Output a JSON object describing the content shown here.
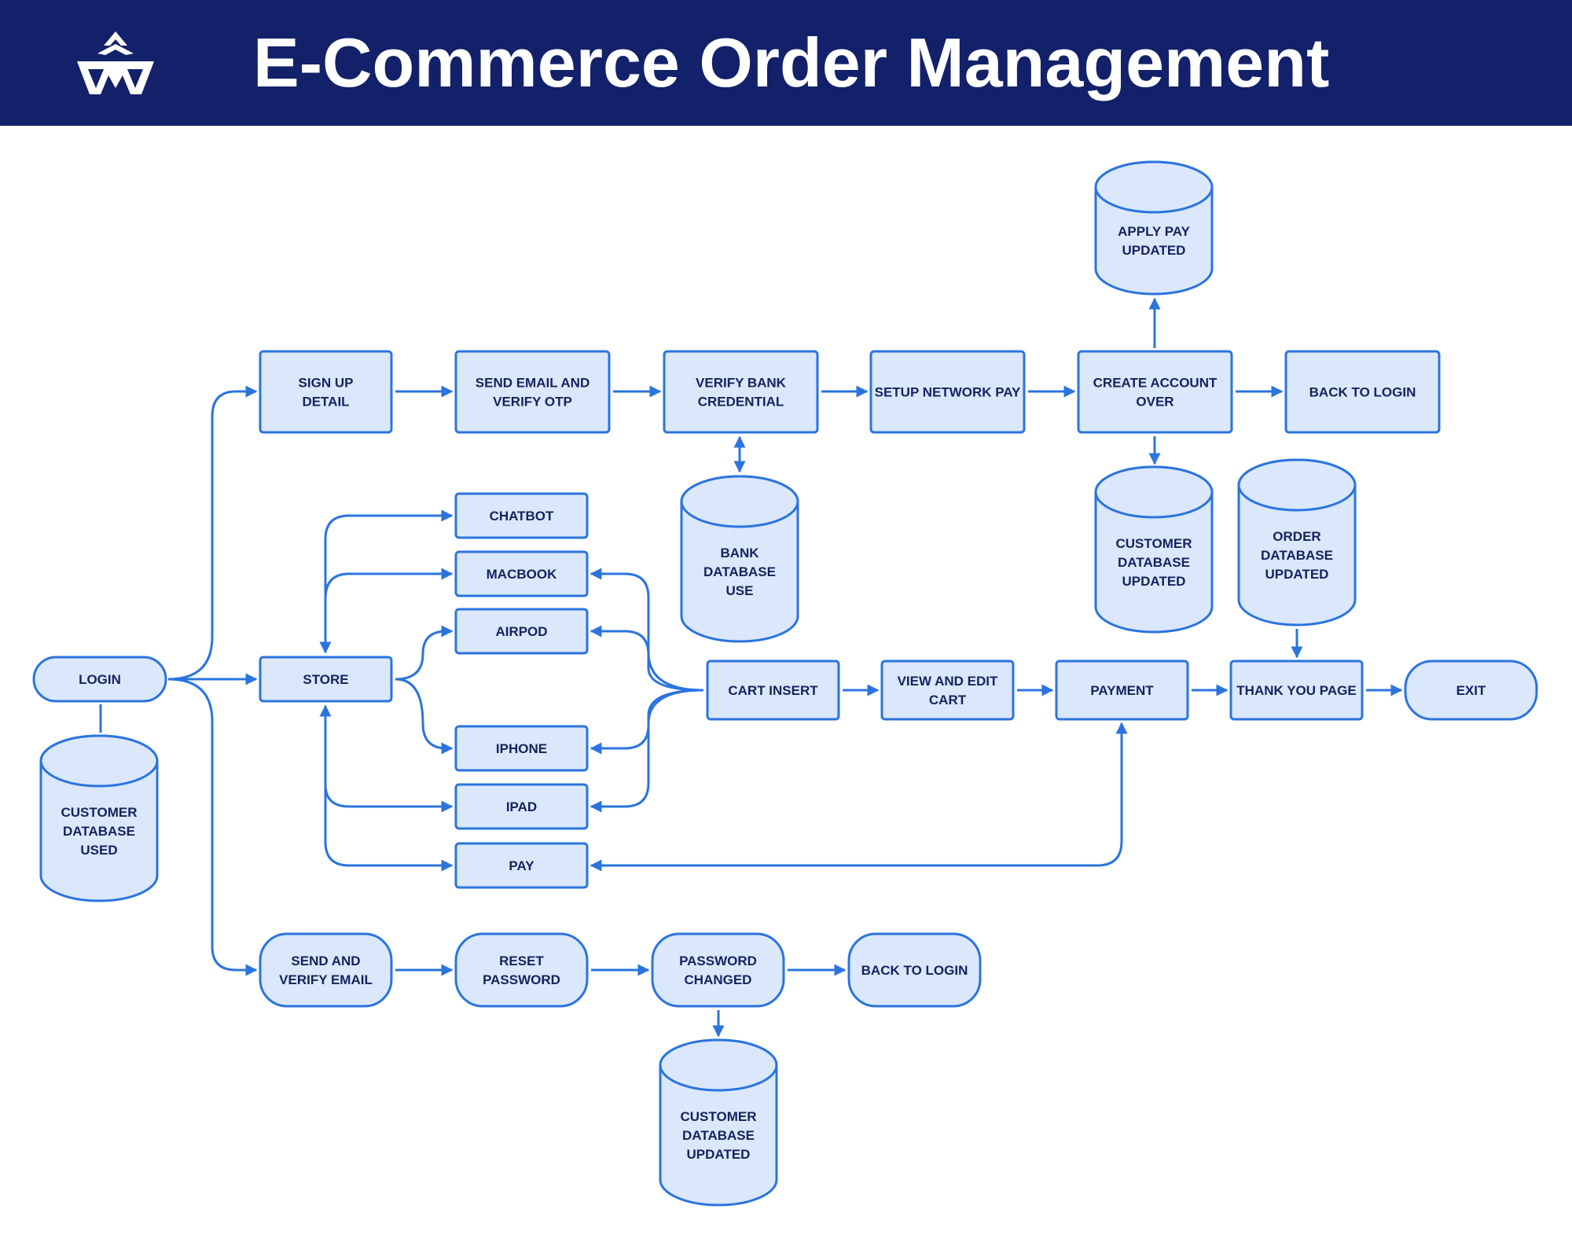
{
  "header": {
    "title": "E-Commerce Order Management",
    "background_color": "#12216a",
    "logo_icon": "crown-w-logo-icon"
  },
  "colors": {
    "node_fill": "#dbe7fb",
    "node_stroke": "#2b74de",
    "edge": "#2b74de",
    "text": "#14235e"
  },
  "nodes": [
    {
      "id": "login",
      "shape": "rounded",
      "lines": [
        "LOGIN"
      ]
    },
    {
      "id": "customer-db-used",
      "shape": "cylinder",
      "lines": [
        "CUSTOMER",
        "DATABASE",
        "USED"
      ]
    },
    {
      "id": "sign-up-detail",
      "shape": "process",
      "lines": [
        "SIGN UP",
        "DETAIL"
      ]
    },
    {
      "id": "send-email-verify-otp",
      "shape": "process",
      "lines": [
        "SEND EMAIL AND",
        "VERIFY OTP"
      ]
    },
    {
      "id": "verify-bank-credential",
      "shape": "process",
      "lines": [
        "VERIFY BANK",
        "CREDENTIAL"
      ]
    },
    {
      "id": "setup-network-pay",
      "shape": "process",
      "lines": [
        "SETUP NETWORK PAY"
      ]
    },
    {
      "id": "create-account-over",
      "shape": "process",
      "lines": [
        "CREATE ACCOUNT",
        "OVER"
      ]
    },
    {
      "id": "back-to-login-top",
      "shape": "process",
      "lines": [
        "BACK TO LOGIN"
      ]
    },
    {
      "id": "apply-pay-updated",
      "shape": "cylinder",
      "lines": [
        "APPLY PAY",
        "UPDATED"
      ]
    },
    {
      "id": "bank-database-use",
      "shape": "cylinder",
      "lines": [
        "BANK",
        "DATABASE",
        "USE"
      ]
    },
    {
      "id": "customer-db-updated-top",
      "shape": "cylinder",
      "lines": [
        "CUSTOMER",
        "DATABASE",
        "UPDATED"
      ]
    },
    {
      "id": "order-db-updated",
      "shape": "cylinder",
      "lines": [
        "ORDER",
        "DATABASE",
        "UPDATED"
      ]
    },
    {
      "id": "store",
      "shape": "process",
      "lines": [
        "STORE"
      ]
    },
    {
      "id": "chatbot",
      "shape": "process",
      "lines": [
        "CHATBOT"
      ]
    },
    {
      "id": "macbook",
      "shape": "process",
      "lines": [
        "MACBOOK"
      ]
    },
    {
      "id": "airpod",
      "shape": "process",
      "lines": [
        "AIRPOD"
      ]
    },
    {
      "id": "iphone",
      "shape": "process",
      "lines": [
        "IPHONE"
      ]
    },
    {
      "id": "ipad",
      "shape": "process",
      "lines": [
        "IPAD"
      ]
    },
    {
      "id": "pay",
      "shape": "process",
      "lines": [
        "PAY"
      ]
    },
    {
      "id": "cart-insert",
      "shape": "process",
      "lines": [
        "CART INSERT"
      ]
    },
    {
      "id": "view-edit-cart",
      "shape": "process",
      "lines": [
        "VIEW AND EDIT",
        "CART"
      ]
    },
    {
      "id": "payment",
      "shape": "process",
      "lines": [
        "PAYMENT"
      ]
    },
    {
      "id": "thank-you-page",
      "shape": "process",
      "lines": [
        "THANK YOU PAGE"
      ]
    },
    {
      "id": "exit",
      "shape": "rounded",
      "lines": [
        "EXIT"
      ]
    },
    {
      "id": "send-verify-email",
      "shape": "rounded",
      "lines": [
        "SEND AND",
        "VERIFY EMAIL"
      ]
    },
    {
      "id": "reset-password",
      "shape": "rounded",
      "lines": [
        "RESET",
        "PASSWORD"
      ]
    },
    {
      "id": "password-changed",
      "shape": "rounded",
      "lines": [
        "PASSWORD",
        "CHANGED"
      ]
    },
    {
      "id": "back-to-login-bottom",
      "shape": "rounded",
      "lines": [
        "BACK TO LOGIN"
      ]
    },
    {
      "id": "customer-db-updated-bottom",
      "shape": "cylinder",
      "lines": [
        "CUSTOMER",
        "DATABASE",
        "UPDATED"
      ]
    }
  ],
  "edges": [
    {
      "from": "login",
      "to": "customer-db-used",
      "arrow": "none"
    },
    {
      "from": "login",
      "to": "sign-up-detail",
      "arrow": "end"
    },
    {
      "from": "login",
      "to": "store",
      "arrow": "end"
    },
    {
      "from": "login",
      "to": "send-verify-email",
      "arrow": "end"
    },
    {
      "from": "sign-up-detail",
      "to": "send-email-verify-otp",
      "arrow": "end"
    },
    {
      "from": "send-email-verify-otp",
      "to": "verify-bank-credential",
      "arrow": "end"
    },
    {
      "from": "verify-bank-credential",
      "to": "setup-network-pay",
      "arrow": "end"
    },
    {
      "from": "setup-network-pay",
      "to": "create-account-over",
      "arrow": "end"
    },
    {
      "from": "create-account-over",
      "to": "back-to-login-top",
      "arrow": "end"
    },
    {
      "from": "create-account-over",
      "to": "apply-pay-updated",
      "arrow": "end"
    },
    {
      "from": "create-account-over",
      "to": "customer-db-updated-top",
      "arrow": "end"
    },
    {
      "from": "verify-bank-credential",
      "to": "bank-database-use",
      "arrow": "both"
    },
    {
      "from": "store",
      "to": "chatbot",
      "arrow": "both"
    },
    {
      "from": "store",
      "to": "macbook",
      "arrow": "end"
    },
    {
      "from": "store",
      "to": "airpod",
      "arrow": "end"
    },
    {
      "from": "store",
      "to": "iphone",
      "arrow": "end"
    },
    {
      "from": "store",
      "to": "ipad",
      "arrow": "both"
    },
    {
      "from": "store",
      "to": "pay",
      "arrow": "end"
    },
    {
      "from": "cart-insert",
      "to": "macbook",
      "arrow": "end"
    },
    {
      "from": "cart-insert",
      "to": "airpod",
      "arrow": "end"
    },
    {
      "from": "cart-insert",
      "to": "iphone",
      "arrow": "end"
    },
    {
      "from": "cart-insert",
      "to": "ipad",
      "arrow": "end"
    },
    {
      "from": "cart-insert",
      "to": "view-edit-cart",
      "arrow": "end"
    },
    {
      "from": "view-edit-cart",
      "to": "payment",
      "arrow": "end"
    },
    {
      "from": "payment",
      "to": "thank-you-page",
      "arrow": "end"
    },
    {
      "from": "thank-you-page",
      "to": "exit",
      "arrow": "end"
    },
    {
      "from": "order-db-updated",
      "to": "thank-you-page",
      "arrow": "end"
    },
    {
      "from": "pay",
      "to": "payment",
      "arrow": "both"
    },
    {
      "from": "send-verify-email",
      "to": "reset-password",
      "arrow": "end"
    },
    {
      "from": "reset-password",
      "to": "password-changed",
      "arrow": "end"
    },
    {
      "from": "password-changed",
      "to": "back-to-login-bottom",
      "arrow": "end"
    },
    {
      "from": "password-changed",
      "to": "customer-db-updated-bottom",
      "arrow": "end"
    }
  ]
}
